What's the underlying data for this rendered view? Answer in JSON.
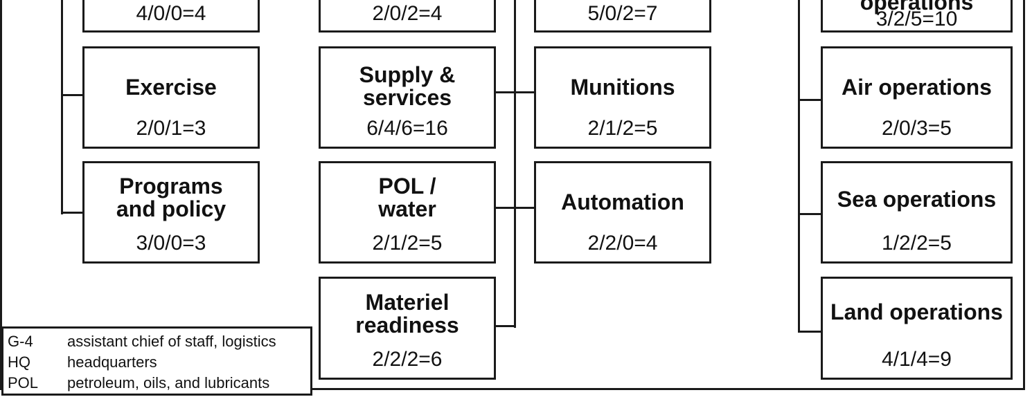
{
  "columns": {
    "col1": {
      "boxes": [
        {
          "title": "",
          "count": "4/0/0=4"
        },
        {
          "title": "Exercise",
          "count": "2/0/1=3"
        },
        {
          "title": "Programs\nand policy",
          "count": "3/0/0=3"
        }
      ]
    },
    "col2": {
      "boxes": [
        {
          "title": "",
          "count": "2/0/2=4"
        },
        {
          "title": "Supply &\nservices",
          "count": "6/4/6=16"
        },
        {
          "title": "POL /\nwater",
          "count": "2/1/2=5"
        },
        {
          "title": "Materiel\nreadiness",
          "count": "2/2/2=6"
        }
      ]
    },
    "col3": {
      "boxes": [
        {
          "title": "",
          "count": "5/0/2=7"
        },
        {
          "title": "Munitions",
          "count": "2/1/2=5"
        },
        {
          "title": "Automation",
          "count": "2/2/0=4"
        }
      ]
    },
    "col4": {
      "boxes": [
        {
          "title": "operations",
          "count": "3/2/5=10"
        },
        {
          "title": "Air operations",
          "count": "2/0/3=5"
        },
        {
          "title": "Sea operations",
          "count": "1/2/2=5"
        },
        {
          "title": "Land operations",
          "count": "4/1/4=9"
        }
      ]
    }
  },
  "legend": [
    {
      "abbr": "G-4",
      "definition": "assistant chief of staff, logistics"
    },
    {
      "abbr": "HQ",
      "definition": "headquarters"
    },
    {
      "abbr": "POL",
      "definition": "petroleum, oils, and lubricants"
    }
  ]
}
